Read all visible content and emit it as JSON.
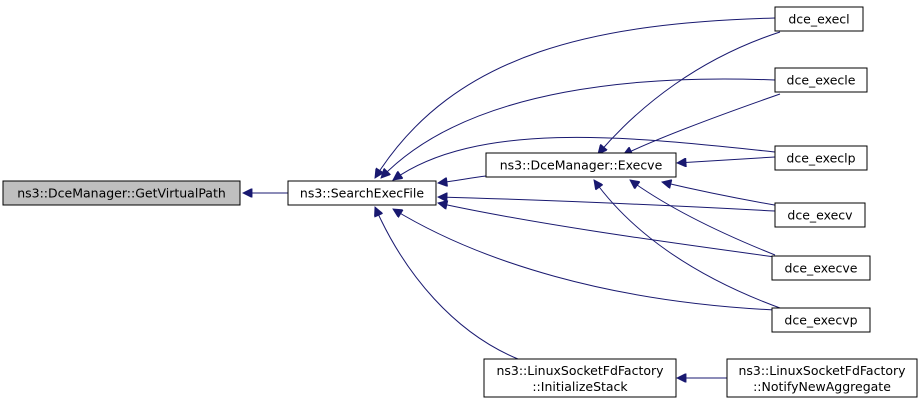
{
  "graph": {
    "colors": {
      "edge": "#191970",
      "root_fill": "#bfbfbf",
      "node_fill": "#ffffff",
      "border": "#000000"
    },
    "nodes": {
      "get_virtual_path": [
        "ns3::DceManager::GetVirtualPath"
      ],
      "search_exec_file": [
        "ns3::SearchExecFile"
      ],
      "execve": [
        "ns3::DceManager::Execve"
      ],
      "initialize_stack": [
        "ns3::LinuxSocketFdFactory",
        "::InitializeStack"
      ],
      "notify_new_aggregate": [
        "ns3::LinuxSocketFdFactory",
        "::NotifyNewAggregate"
      ],
      "dce_execl": [
        "dce_execl"
      ],
      "dce_execle": [
        "dce_execle"
      ],
      "dce_execlp": [
        "dce_execlp"
      ],
      "dce_execv": [
        "dce_execv"
      ],
      "dce_execve": [
        "dce_execve"
      ],
      "dce_execvp": [
        "dce_execvp"
      ]
    },
    "edges": [
      [
        "search_exec_file",
        "get_virtual_path"
      ],
      [
        "execve",
        "search_exec_file"
      ],
      [
        "initialize_stack",
        "search_exec_file"
      ],
      [
        "dce_execl",
        "search_exec_file"
      ],
      [
        "dce_execle",
        "search_exec_file"
      ],
      [
        "dce_execlp",
        "search_exec_file"
      ],
      [
        "dce_execv",
        "search_exec_file"
      ],
      [
        "dce_execve",
        "search_exec_file"
      ],
      [
        "dce_execvp",
        "search_exec_file"
      ],
      [
        "dce_execl",
        "execve"
      ],
      [
        "dce_execle",
        "execve"
      ],
      [
        "dce_execlp",
        "execve"
      ],
      [
        "dce_execv",
        "execve"
      ],
      [
        "dce_execve",
        "execve"
      ],
      [
        "dce_execvp",
        "execve"
      ],
      [
        "notify_new_aggregate",
        "initialize_stack"
      ]
    ]
  }
}
